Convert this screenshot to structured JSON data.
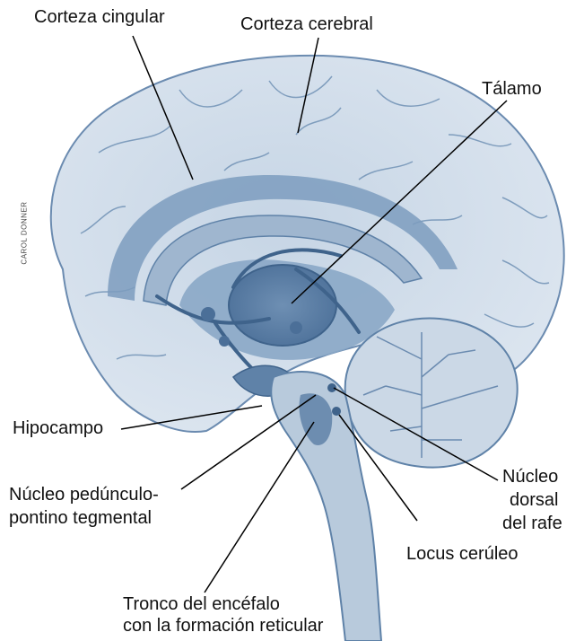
{
  "credit": "CAROL DONNER",
  "labels": {
    "corteza_cingular": "Corteza cingular",
    "corteza_cerebral": "Corteza cerebral",
    "talamo": "Tálamo",
    "hipocampo": "Hipocampo",
    "nucleo_pedunculo_1": "Núcleo pedúnculo-",
    "nucleo_pedunculo_2": "pontino tegmental",
    "nucleo_dorsal_1": "Núcleo",
    "nucleo_dorsal_2": "dorsal",
    "nucleo_dorsal_3": "del rafe",
    "locus": "Locus cerúleo",
    "tronco_1": "Tronco del encéfalo",
    "tronco_2": "con la formación reticular"
  },
  "colors": {
    "brain_light": "#dde6f0",
    "brain_mid": "#a9bfd6",
    "brain_dark": "#5f82a8",
    "brain_deep": "#3f638b",
    "outline": "#4d6f96",
    "leader": "#000000"
  }
}
